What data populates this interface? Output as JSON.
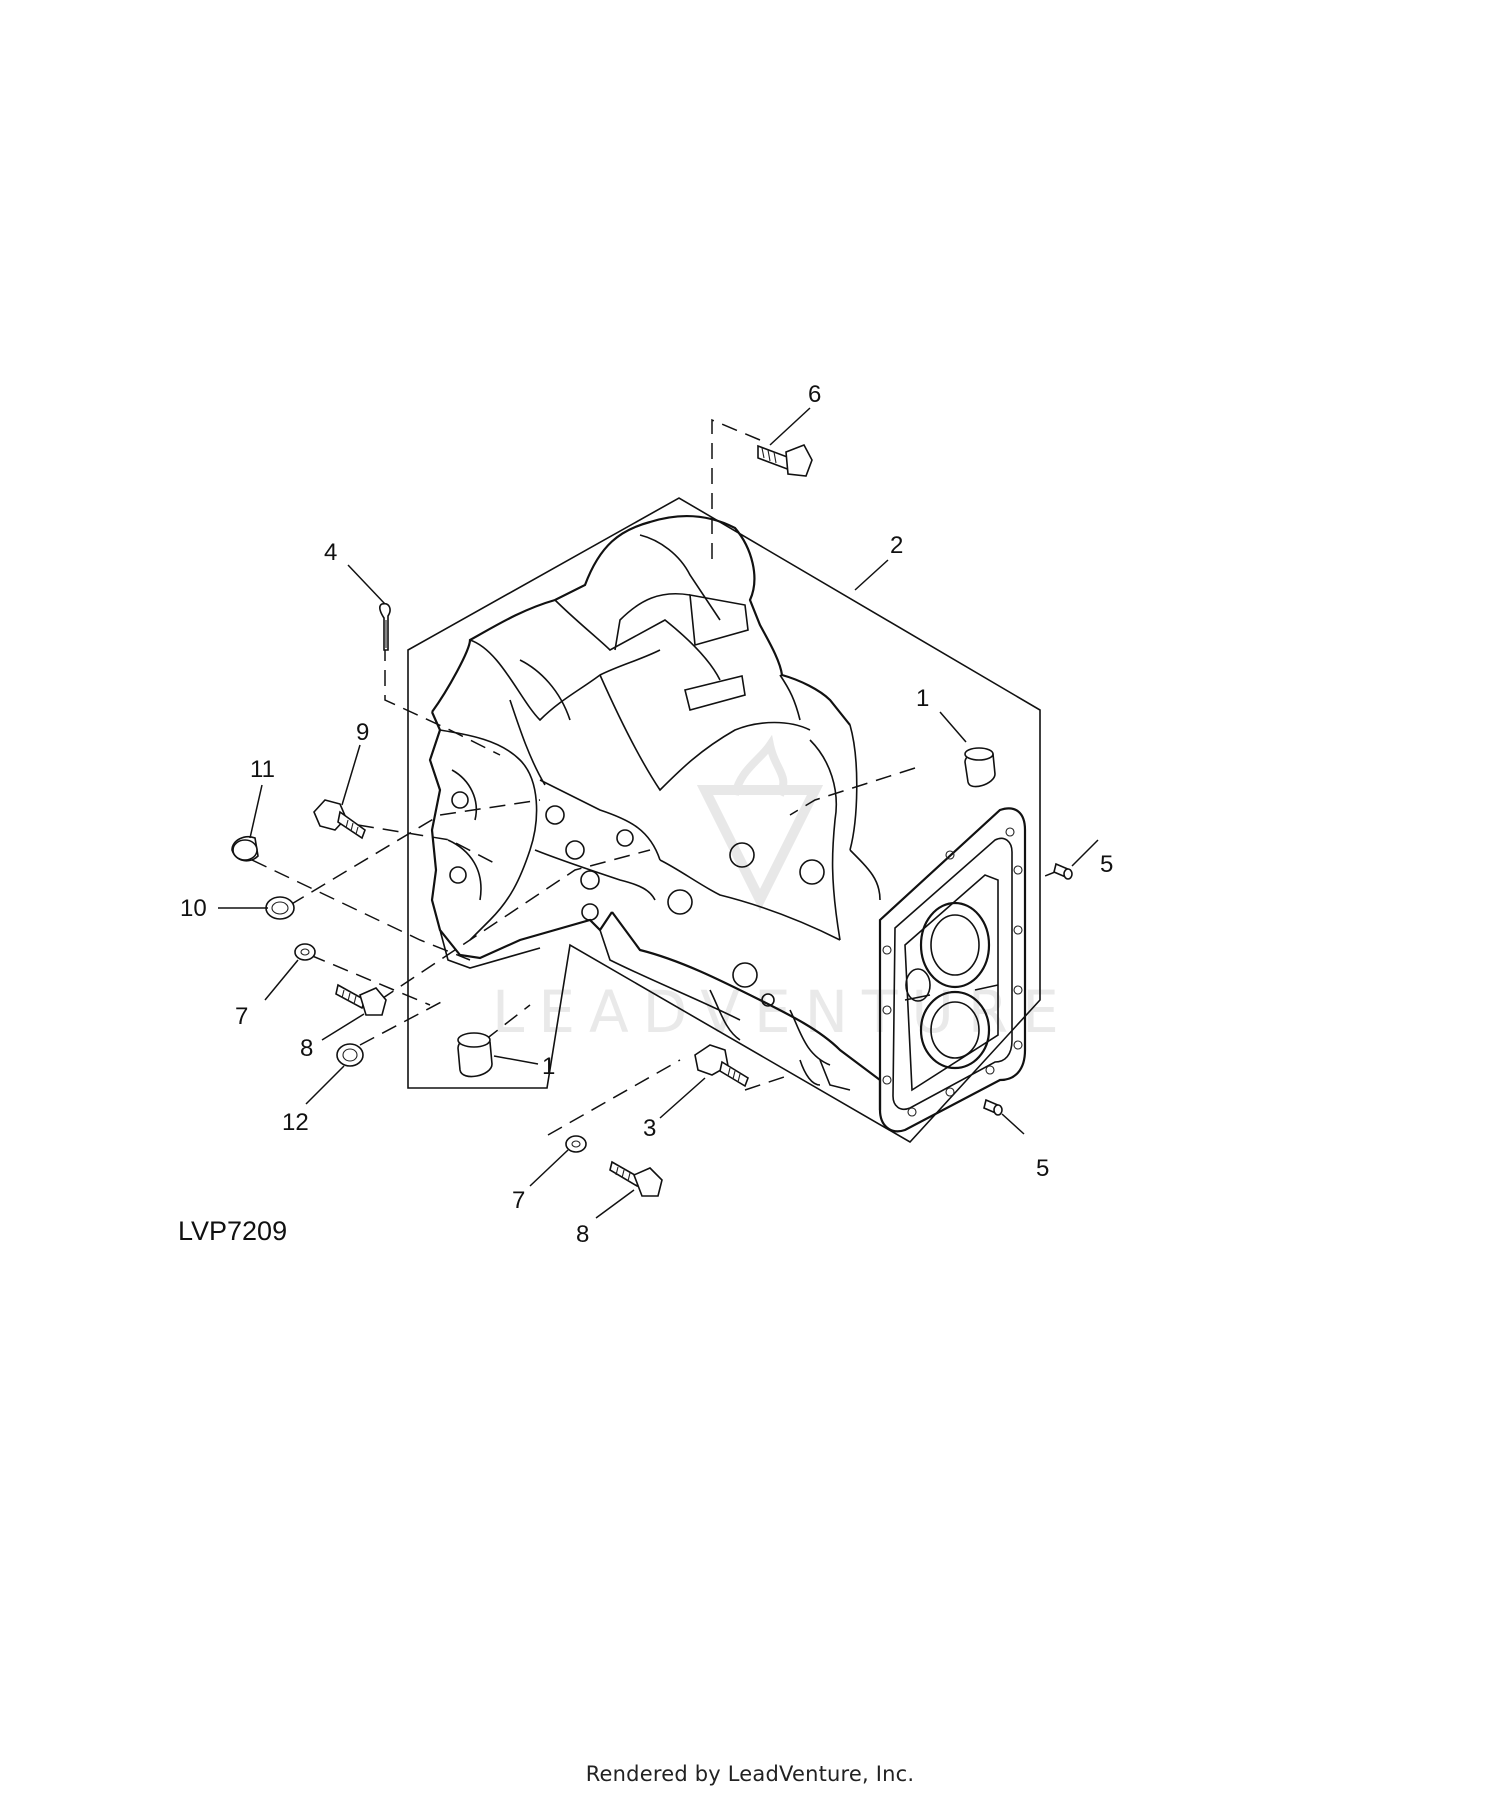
{
  "figure": {
    "id_label": "LVP7209",
    "watermark_text": "LEADVENTURE",
    "footer_text": "Rendered by LeadVenture, Inc."
  },
  "callouts": [
    {
      "key": "c1a",
      "label": "1"
    },
    {
      "key": "c1b",
      "label": "1"
    },
    {
      "key": "c2",
      "label": "2"
    },
    {
      "key": "c3",
      "label": "3"
    },
    {
      "key": "c4",
      "label": "4"
    },
    {
      "key": "c5a",
      "label": "5"
    },
    {
      "key": "c5b",
      "label": "5"
    },
    {
      "key": "c6",
      "label": "6"
    },
    {
      "key": "c7a",
      "label": "7"
    },
    {
      "key": "c7b",
      "label": "7"
    },
    {
      "key": "c8a",
      "label": "8"
    },
    {
      "key": "c8b",
      "label": "8"
    },
    {
      "key": "c9",
      "label": "9"
    },
    {
      "key": "c10",
      "label": "10"
    },
    {
      "key": "c11",
      "label": "11"
    },
    {
      "key": "c12",
      "label": "12"
    }
  ]
}
